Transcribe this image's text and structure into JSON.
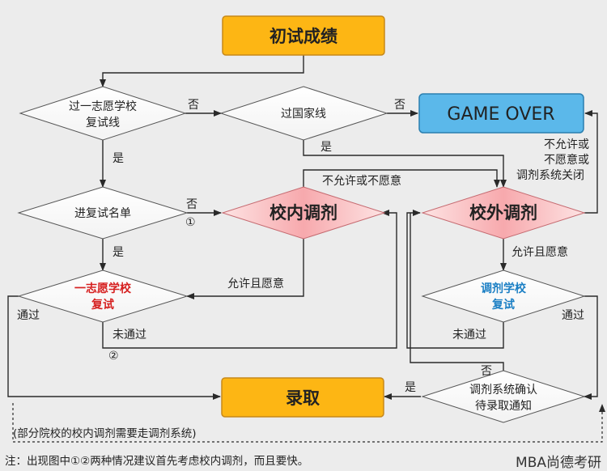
{
  "nodes": {
    "chushi": "初试成绩",
    "gameover": "GAME OVER",
    "line1_a": "过一志愿学校",
    "line1_b": "复试线",
    "guojia": "过国家线",
    "jinfushi": "进复试名单",
    "xiaonei": "校内调剂",
    "xiaowai": "校外调剂",
    "yizhiyuan_a": "一志愿学校",
    "yizhiyuan_b": "复试",
    "tiaoji_a": "调剂学校",
    "tiaoji_b": "复试",
    "luqu": "录取",
    "queren_a": "调剂系统确认",
    "queren_b": "待录取通知"
  },
  "labels": {
    "fou1": "否",
    "fou2": "否",
    "shi1": "是",
    "shi2": "是",
    "fou3": "否",
    "circle1": "①",
    "circle2": "②",
    "shi3": "是",
    "bu_yunxu": "不允许或不愿意",
    "right_a": "不允许或",
    "right_b": "不愿意或",
    "right_c": "调剂系统关闭",
    "yunxu1": "允许且愿意",
    "yunxu2": "允许且愿意",
    "tongguo1": "通过",
    "tongguo2": "通过",
    "weitongguo1": "未通过",
    "weitongguo2": "未通过",
    "fou4": "否",
    "shi4": "是"
  },
  "note_dashed": "(部分院校的校内调剂需要走调剂系统)",
  "footnote": "注：出现图中①②两种情况建议首先考虑校内调剂，而且要快。",
  "watermark": "MBA尚德考研",
  "colors": {
    "orange": "#fdb614",
    "orange_border": "#c7881a",
    "blue": "#5bb8ea",
    "blue_border": "#2b7fb0",
    "pink": "#f7b0b3",
    "pink_border": "#c56a70",
    "white": "#ffffff"
  }
}
